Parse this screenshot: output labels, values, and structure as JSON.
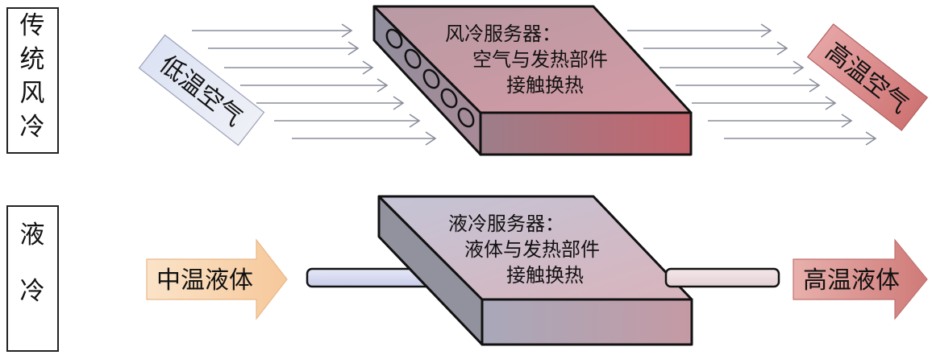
{
  "air_cooling": {
    "section_label": "传统风冷",
    "inlet_label": "低温空气",
    "server_text": [
      "风冷服务器：",
      "空气与发热部件",
      "接触换热"
    ],
    "outlet_label": "高温空气"
  },
  "liquid_cooling": {
    "section_label": "液冷",
    "inlet_label": "中温液体",
    "server_text": [
      "液冷服务器：",
      "液体与发热部件",
      "接触换热"
    ],
    "outlet_label": "高温液体"
  },
  "colors": {
    "air_inlet": "#dde3f2",
    "air_outlet": "#d98b8b",
    "air_server_top": "#c98a96",
    "liquid_inlet": "#f8d2aa",
    "liquid_outlet": "#d98a86",
    "liquid_server_top": "#c9c7d6",
    "flow_arrow": "#8a8e9c"
  }
}
